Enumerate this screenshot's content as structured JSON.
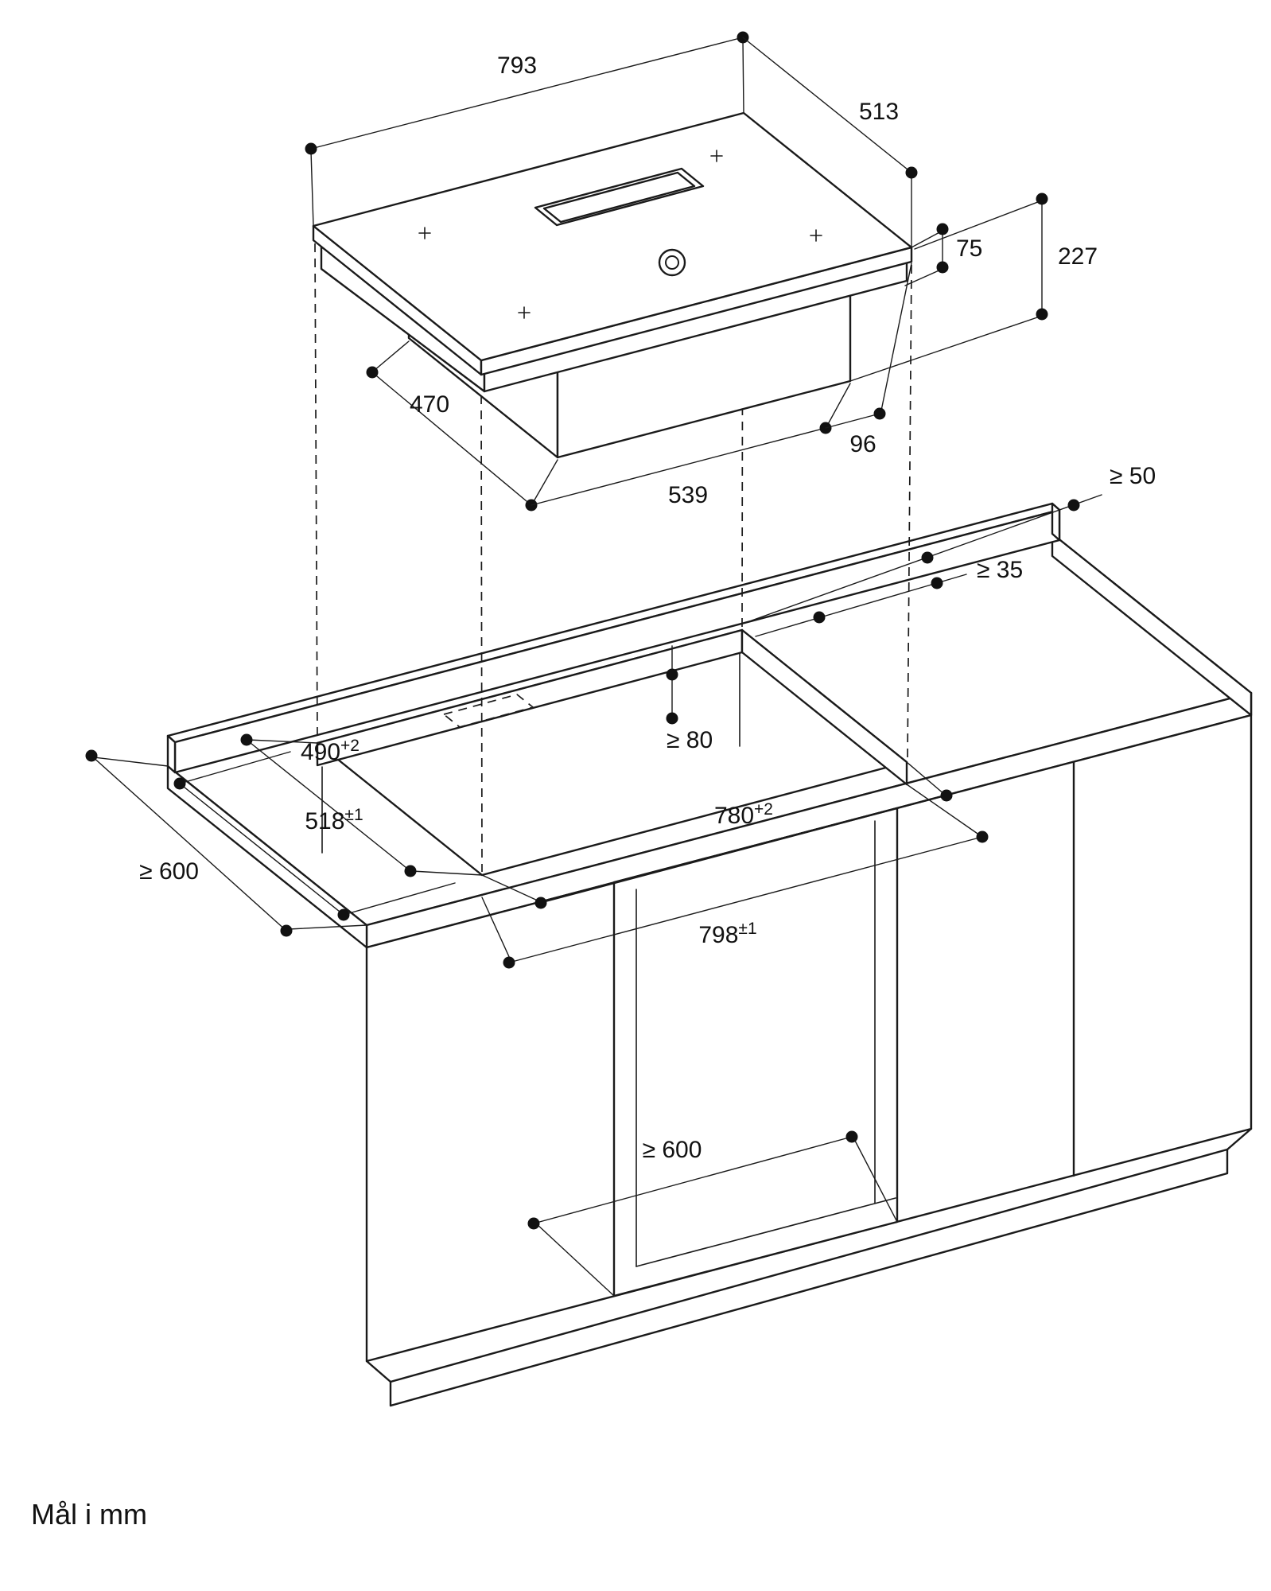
{
  "diagram": {
    "footer_note": "Mål i mm",
    "dims": {
      "top_width": "793",
      "top_depth": "513",
      "hob_height": "75",
      "total_height": "227",
      "box_depth": "470",
      "box_width": "539",
      "right_offset": "96",
      "rear_clearance": "≥ 50",
      "side_clearance": "≥ 35",
      "below_clearance": "≥ 80",
      "cutout_depth": {
        "value": "490",
        "sup": "+2"
      },
      "appliance_depth": {
        "value": "518",
        "sup": "±1"
      },
      "cutout_width": {
        "value": "780",
        "sup": "+2"
      },
      "appliance_width": {
        "value": "798",
        "sup": "±1"
      },
      "worktop_depth": "≥ 600",
      "cabinet_width": "≥ 600"
    }
  }
}
